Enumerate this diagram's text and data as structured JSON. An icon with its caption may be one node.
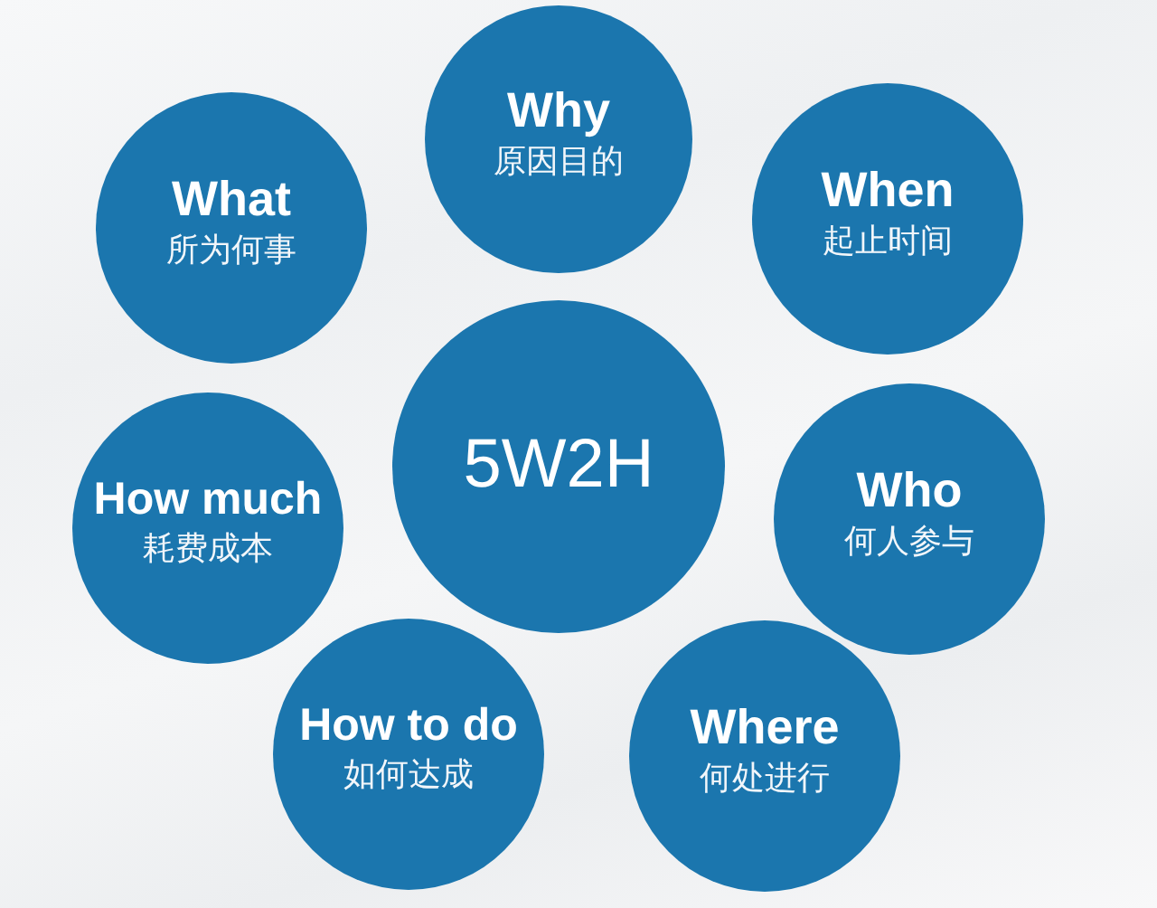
{
  "diagram": {
    "nodes": [
      {
        "text": [
          "Why",
          "原因目的"
        ]
      },
      {
        "text": [
          "What",
          "所为何事"
        ]
      },
      {
        "text": [
          "When",
          "起止时间"
        ]
      },
      {
        "text": [
          "5W2H"
        ]
      },
      {
        "text": [
          "How much",
          "耗费成本"
        ]
      },
      {
        "text": [
          "Who",
          "何人参与"
        ]
      },
      {
        "text": [
          "How to do",
          "如何达成"
        ]
      },
      {
        "text": [
          "Where",
          "何处进行"
        ]
      }
    ]
  }
}
